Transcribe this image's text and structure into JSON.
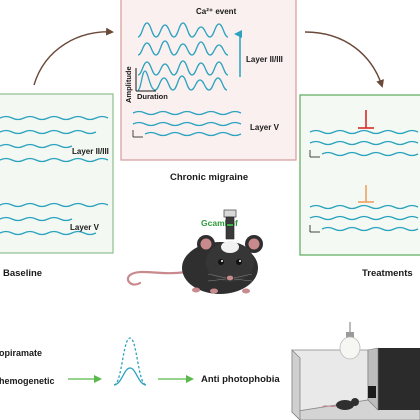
{
  "panels": {
    "baseline": {
      "title": "Baseline",
      "layer_upper": "Layer  II/III",
      "layer_lower": "Layer  V"
    },
    "migraine": {
      "title": "Chronic migraine",
      "event_label": "Ca²⁺ event",
      "amplitude_label": "Amplitude",
      "duration_label": "Duration",
      "layer_upper": "Layer  II/III",
      "layer_lower": "Layer  V"
    },
    "treatments": {
      "title": "Treatments"
    }
  },
  "mouse": {
    "indicator_label": "GcamP6f"
  },
  "bottom_flow": {
    "treatment_1": "opiramate",
    "treatment_2": "hemogenetic",
    "outcome": "Anti photophobia"
  },
  "colors": {
    "trace": "#2ba3bf",
    "baseline_border": "#8fbf8f",
    "baseline_fill": "#f3f8f2",
    "migraine_border": "#d79a9a",
    "migraine_fill": "#fbf0f0",
    "treatment_border": "#5aaa5a",
    "treatment_fill": "#f4f9f3",
    "inhibit_red": "#d92b2b",
    "inhibit_orange": "#f0a060",
    "green_arrow": "#59b94a",
    "indicator_green": "#2e9a3a"
  }
}
